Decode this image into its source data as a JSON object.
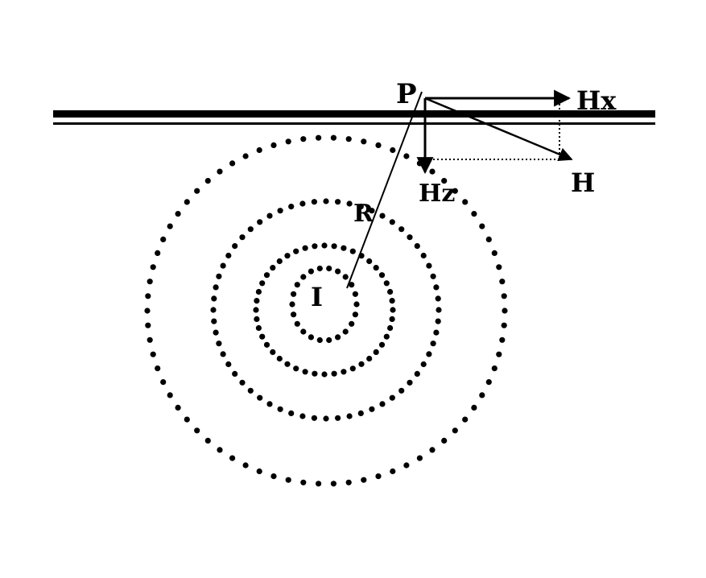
{
  "labels": {
    "point": "P",
    "hx": "Hx",
    "hz": "Hz",
    "h": "H",
    "r": "R",
    "current": "I"
  },
  "colors": {
    "ink": "#000000",
    "background": "#ffffff"
  },
  "field_rings": [
    {
      "name": "ring-1",
      "dots": 22
    },
    {
      "name": "ring-2",
      "dots": 44
    },
    {
      "name": "ring-3",
      "dots": 60
    },
    {
      "name": "ring-4",
      "dots": 74
    }
  ]
}
